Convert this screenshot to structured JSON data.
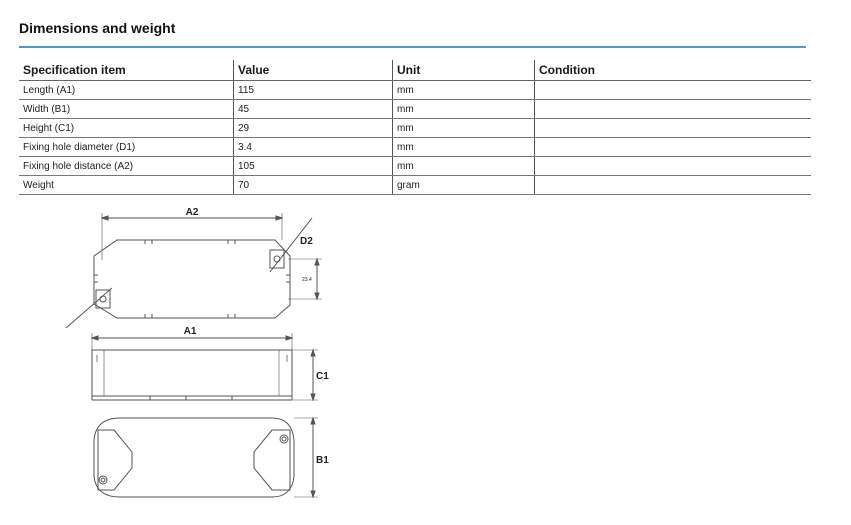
{
  "section": {
    "title": "Dimensions and weight"
  },
  "table": {
    "headers": [
      "Specification item",
      "Value",
      "Unit",
      "Condition"
    ],
    "rows": [
      [
        "Length (A1)",
        "115",
        "mm",
        ""
      ],
      [
        "Width (B1)",
        "45",
        "mm",
        ""
      ],
      [
        "Height (C1)",
        "29",
        "mm",
        ""
      ],
      [
        "Fixing hole diameter (D1)",
        "3.4",
        "mm",
        ""
      ],
      [
        "Fixing hole distance (A2)",
        "105",
        "mm",
        ""
      ],
      [
        "Weight",
        "70",
        "gram",
        ""
      ]
    ]
  },
  "drawing": {
    "label_a2": "A2",
    "label_d2": "D2",
    "label_234": "23.4",
    "label_a1": "A1",
    "label_c1": "C1",
    "label_b1": "B1"
  }
}
